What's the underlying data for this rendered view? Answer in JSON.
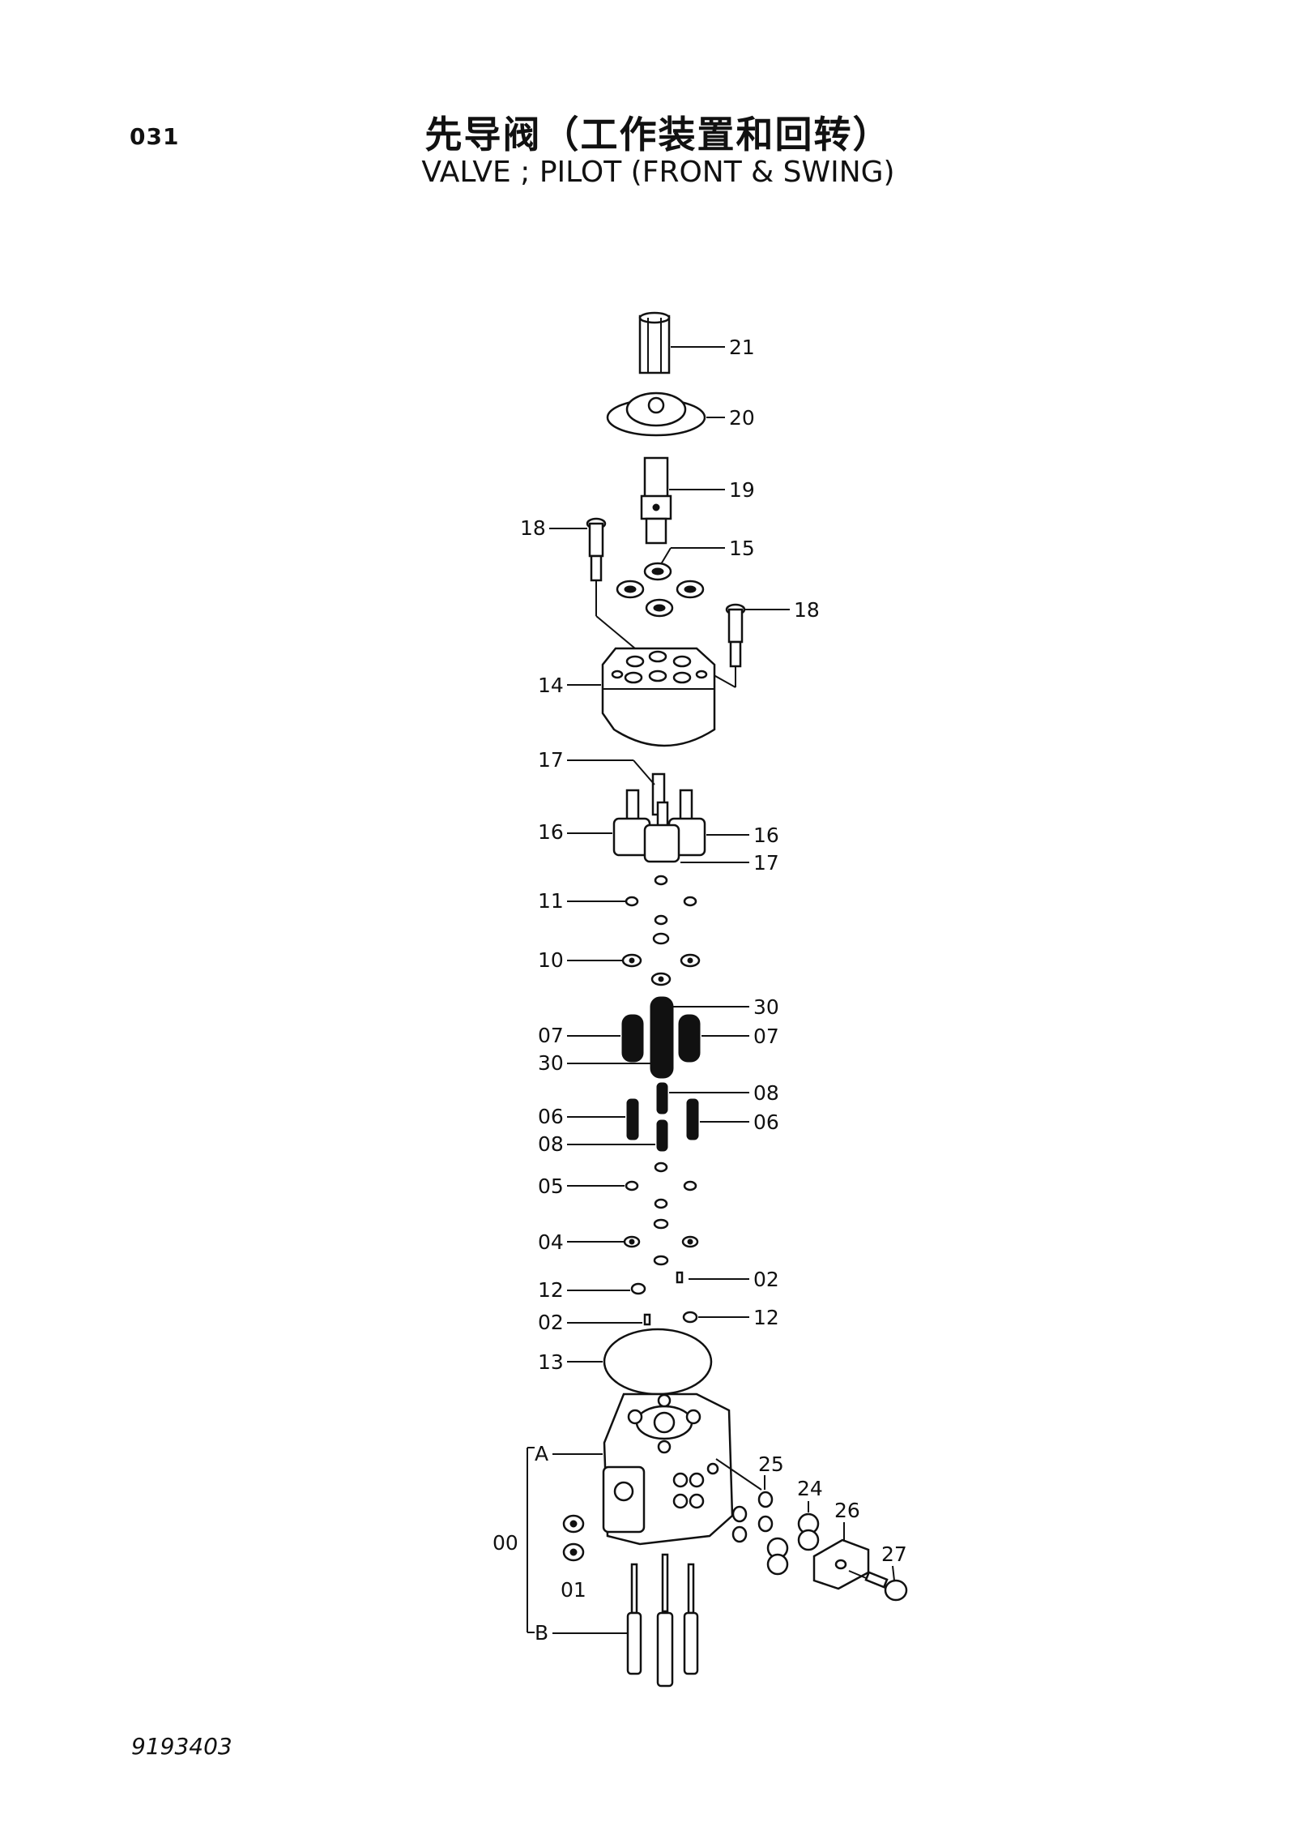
{
  "header": {
    "page_number": "031",
    "title_cn": "先导阀（工作装置和回转）",
    "title_en": "VALVE ; PILOT (FRONT & SWING)"
  },
  "footer": {
    "doc_code": "9193403"
  },
  "callouts": {
    "p21": "21",
    "p20": "20",
    "p19": "19",
    "p18a": "18",
    "p15": "15",
    "p18b": "18",
    "p14": "14",
    "p17a": "17",
    "p16a": "16",
    "p16b": "16",
    "p17b": "17",
    "p11": "11",
    "p10": "10",
    "p30a": "30",
    "p07a": "07",
    "p07b": "07",
    "p30b": "30",
    "p08a": "08",
    "p06a": "06",
    "p06b": "06",
    "p08b": "08",
    "p05": "05",
    "p04": "04",
    "p02a": "02",
    "p12a": "12",
    "p02b": "02",
    "p12b": "12",
    "p13": "13",
    "pA": "A",
    "p25": "25",
    "p24": "24",
    "p26": "26",
    "p27": "27",
    "p00": "00",
    "p01": "01",
    "pB": "B"
  }
}
